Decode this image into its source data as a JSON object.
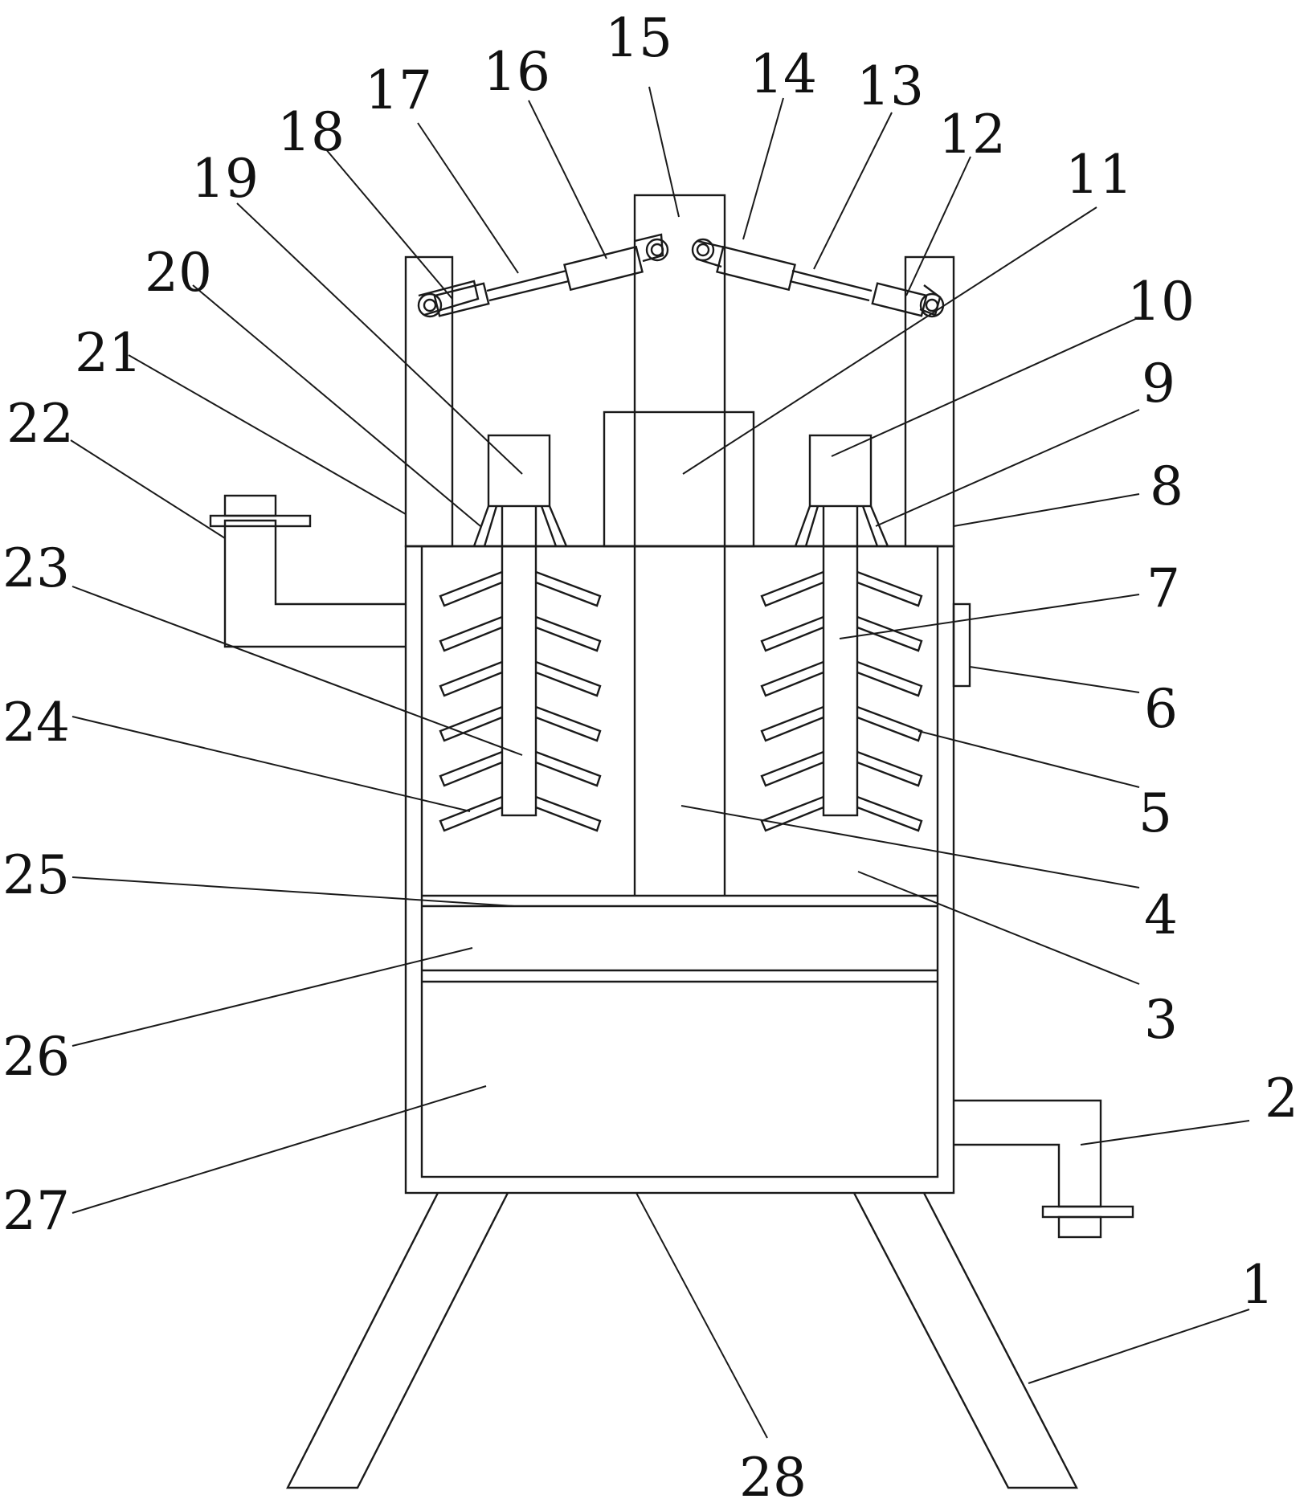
{
  "figure": {
    "labels": [
      "1",
      "2",
      "3",
      "4",
      "5",
      "6",
      "7",
      "8",
      "9",
      "10",
      "11",
      "12",
      "13",
      "14",
      "15",
      "16",
      "17",
      "18",
      "19",
      "20",
      "21",
      "22",
      "23",
      "24",
      "25",
      "26",
      "27",
      "28"
    ]
  },
  "colors": {
    "line": "#1a1a1a",
    "background": "#ffffff"
  }
}
